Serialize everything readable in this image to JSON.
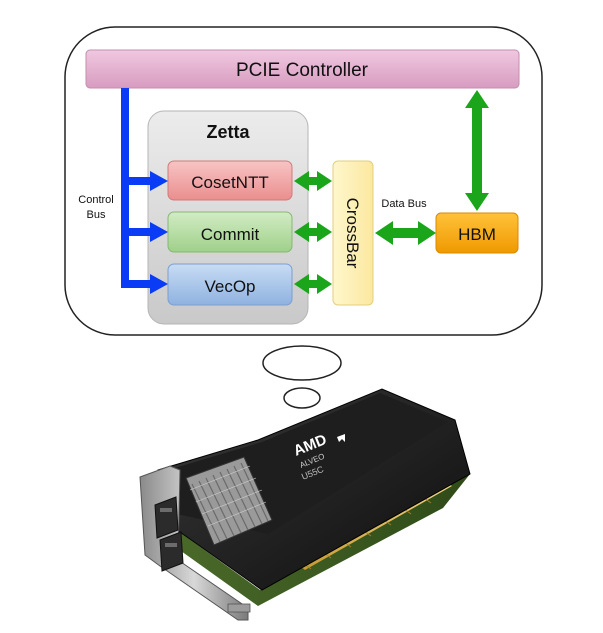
{
  "diagram": {
    "pcie_label": "PCIE Controller",
    "zetta_label": "Zetta",
    "modules": [
      "CosetNTT",
      "Commit",
      "VecOp"
    ],
    "crossbar_label": "CrossBar",
    "hbm_label": "HBM",
    "data_bus_label": "Data Bus",
    "control_bus_label": [
      "Control",
      "Bus"
    ]
  },
  "card": {
    "brand": "AMD",
    "product": "ALVEO",
    "model": "U55C"
  },
  "colors": {
    "pcie": "#e6b4d2",
    "zetta_box": "#d9d9d9",
    "coset": "#f2a6a6",
    "commit": "#b7dfa6",
    "vecop": "#a9c6ea",
    "crossbar": "#fff2b8",
    "hbm": "#f5a500",
    "blue_arrow": "#0a3cf5",
    "green_arrow": "#1aa51a"
  }
}
